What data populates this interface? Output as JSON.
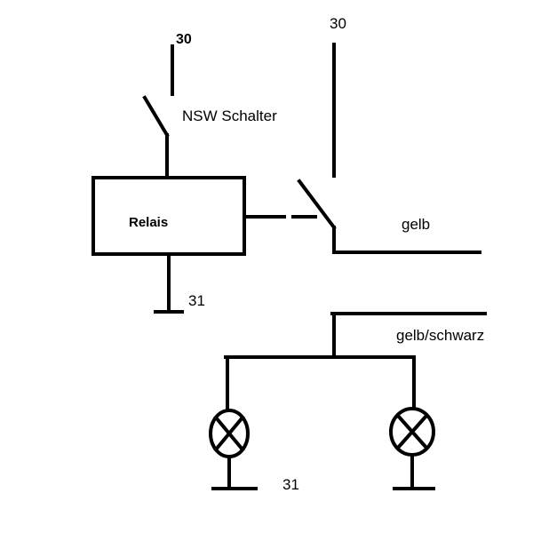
{
  "labels": {
    "top_left_terminal": "30",
    "switch_label": "NSW Schalter",
    "top_right_terminal": "30",
    "relay_label": "Relais",
    "output_wire": "gelb",
    "relay_ground": "31",
    "lamp_feed_wire": "gelb/schwarz",
    "lamp_ground": "31"
  }
}
